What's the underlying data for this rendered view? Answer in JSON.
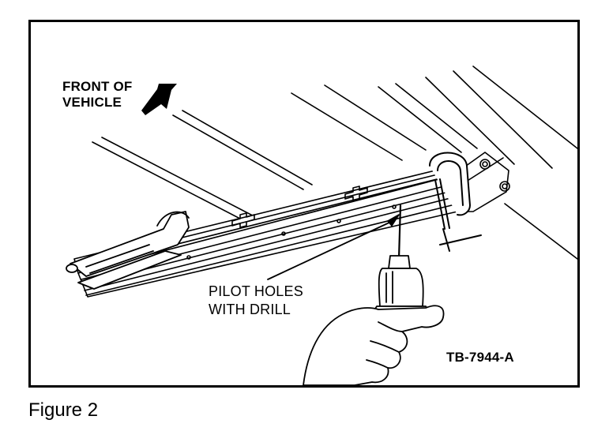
{
  "illustration": {
    "direction_label": [
      "FRONT OF",
      "VEHICLE"
    ],
    "callout_label": [
      "PILOT HOLES",
      "WITH DRILL"
    ],
    "reference_code": "TB-7944-A"
  },
  "caption": "Figure 2",
  "colors": {
    "ink": "#000000",
    "paper": "#ffffff"
  },
  "icons": [
    "front-arrow-icon",
    "locking-pliers",
    "c-clamp",
    "drill",
    "hand"
  ]
}
